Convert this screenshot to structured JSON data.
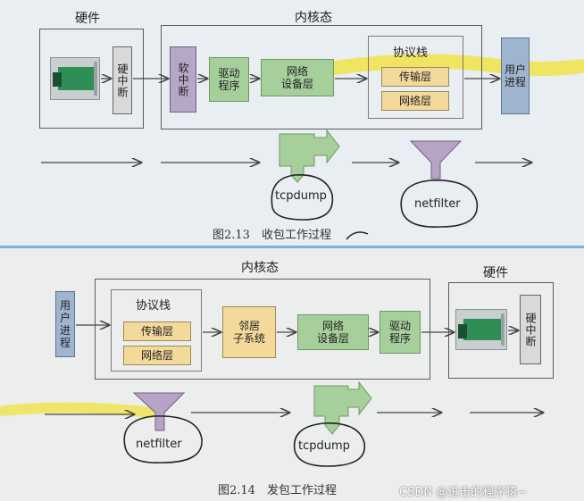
{
  "top": {
    "hardware_title": "硬件",
    "kernel_title": "内核态",
    "hw_irq": "硬中断",
    "soft_irq": "软中断",
    "driver": "驱动\n程序",
    "net_device": "网络\n设备层",
    "stack_title": "协议栈",
    "transport": "传输层",
    "network": "网络层",
    "user_proc": "用户\n进程",
    "tcpdump": "tcpdump",
    "netfilter": "netfilter",
    "caption": "图2.13　收包工作过程"
  },
  "bottom": {
    "kernel_title": "内核态",
    "hardware_title": "硬件",
    "user_proc": "用户\n进程",
    "stack_title": "协议栈",
    "transport": "传输层",
    "network": "网络层",
    "neighbor": "邻居\n子系统",
    "net_device": "网络\n设备层",
    "driver": "驱动\n程序",
    "hw_irq": "硬中断",
    "netfilter": "netfilter",
    "tcpdump": "tcpdump",
    "caption": "图2.14　发包工作过程"
  },
  "watermark": "CSDN @进击的程序猿~",
  "colors": {
    "green": "#a6cf9c",
    "yellow": "#f3d99a",
    "purple": "#b6a7c6",
    "blue": "#9fb5cf",
    "highlight": "#f1e24a"
  },
  "icons": [
    "network-card-icon",
    "tap-arrow-icon",
    "funnel-icon"
  ]
}
